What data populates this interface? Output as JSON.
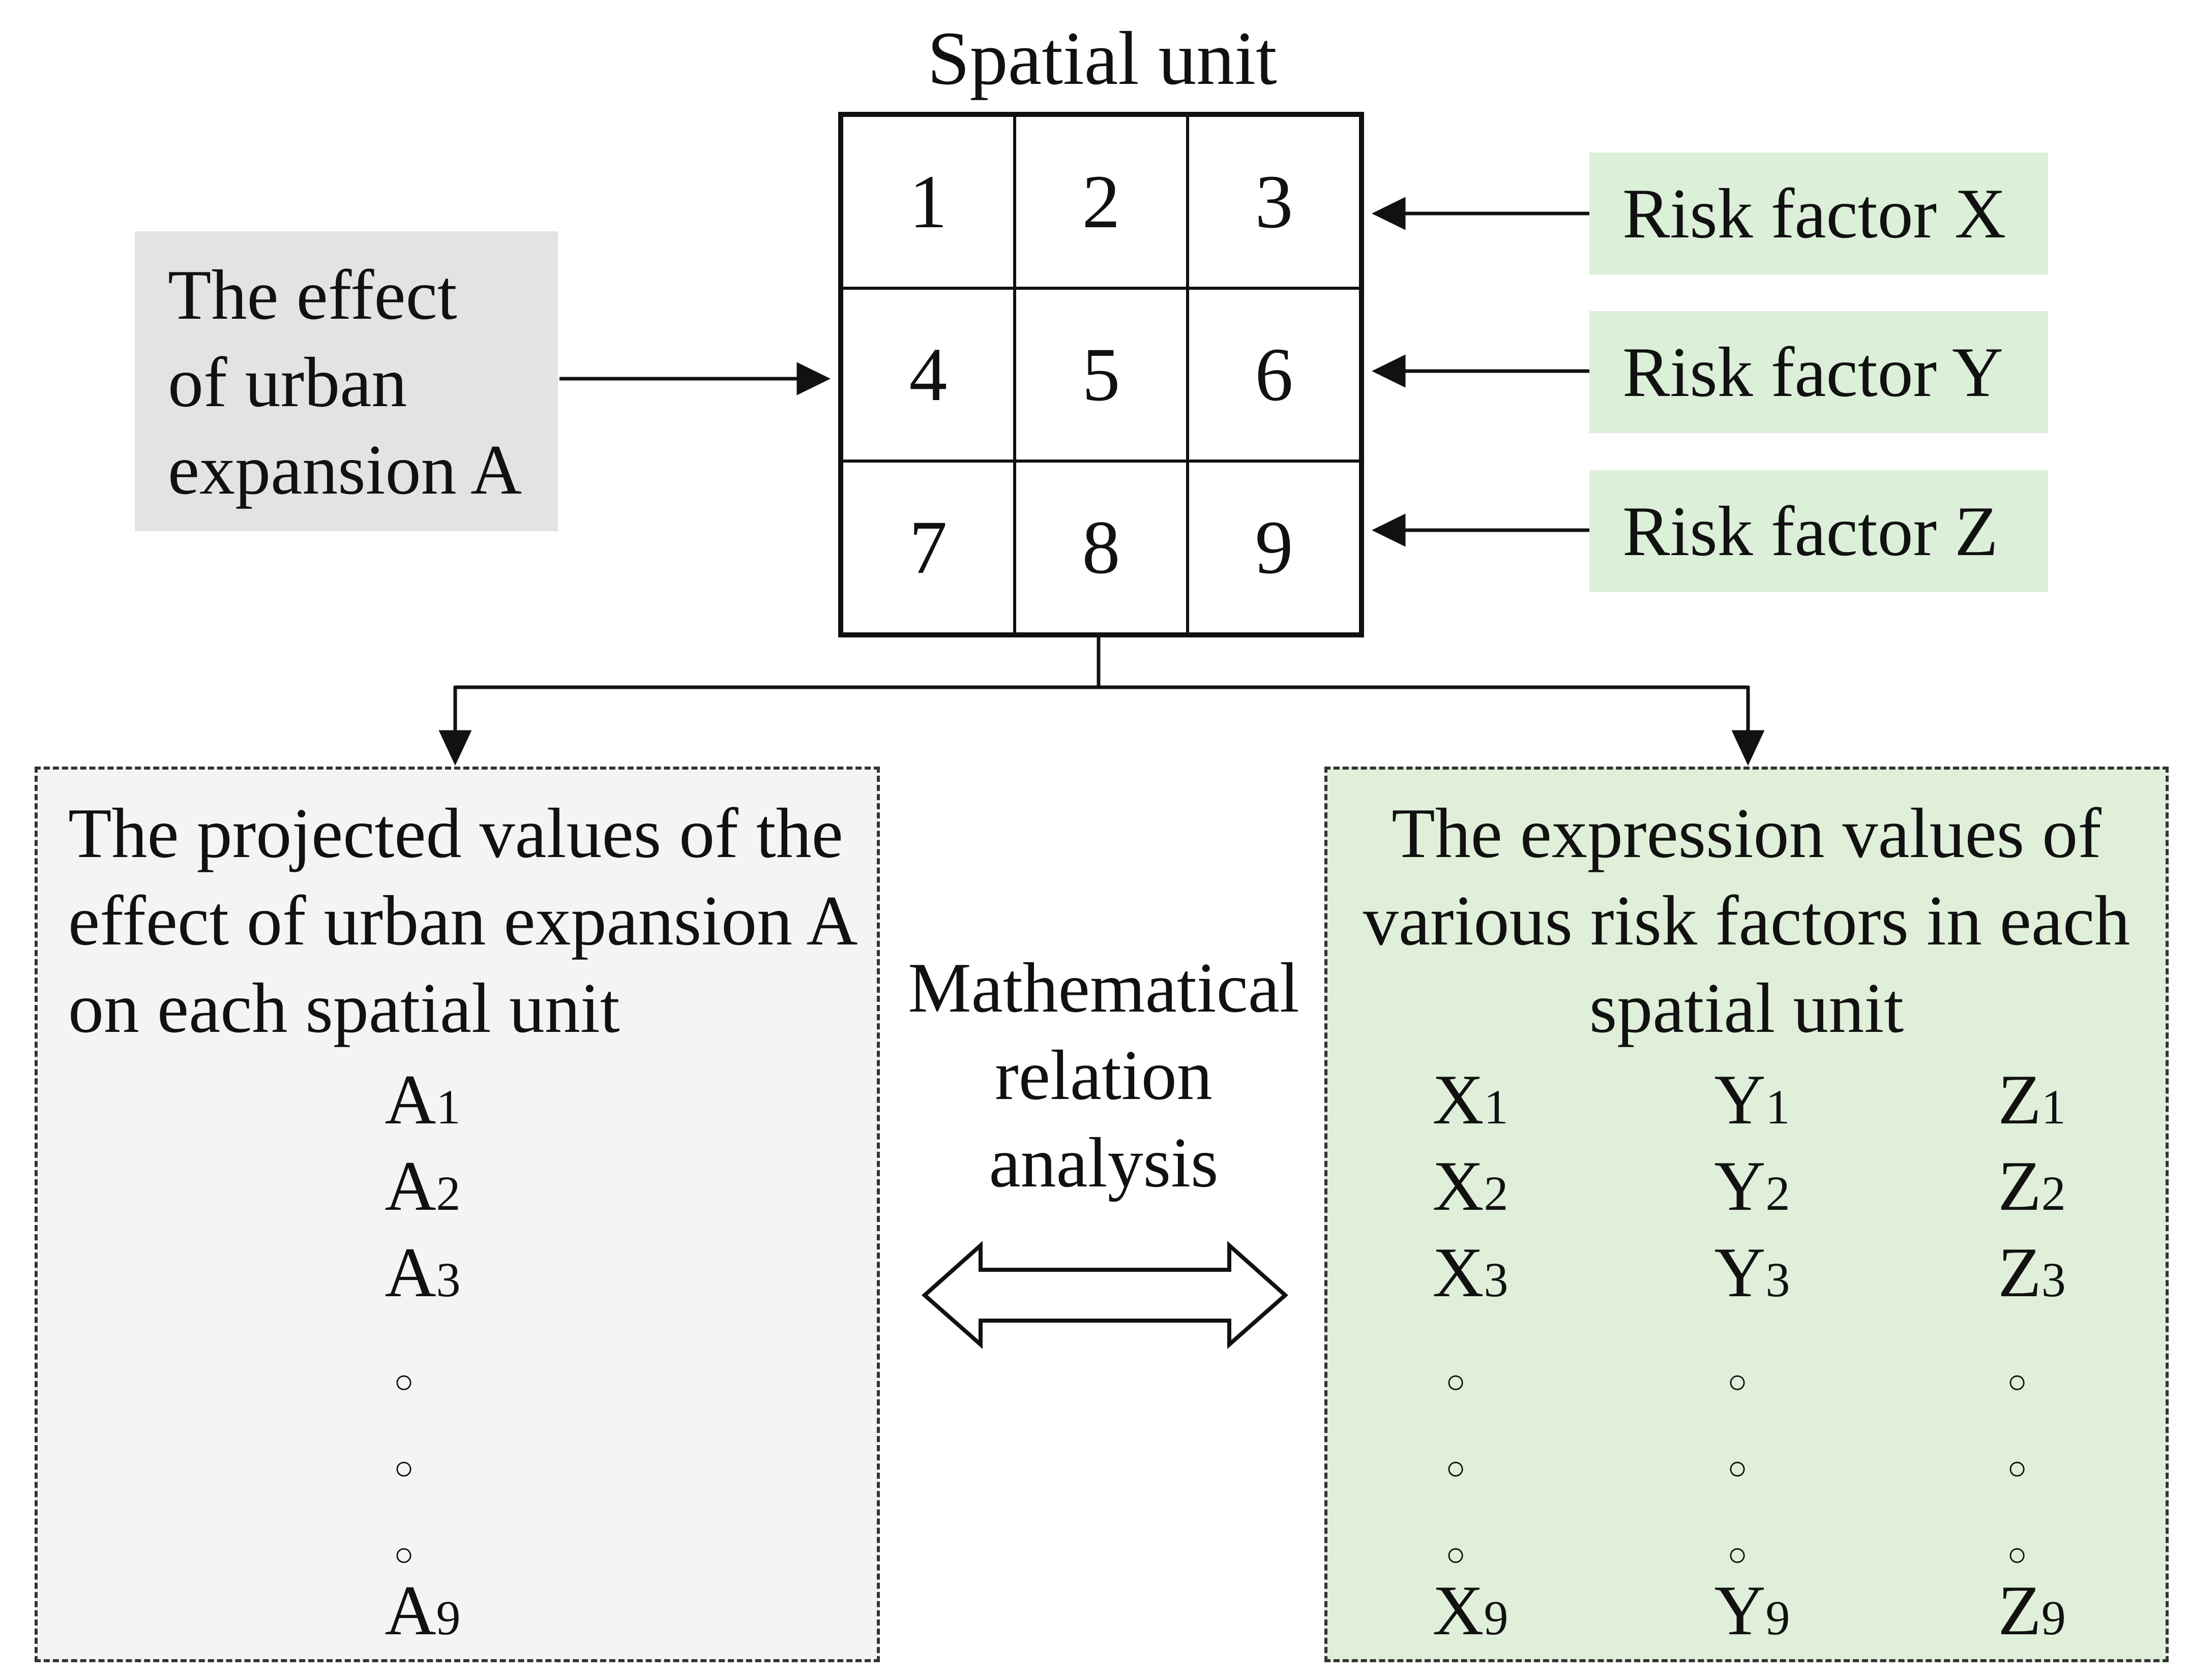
{
  "spatial_unit": {
    "title": "Spatial unit",
    "cells": [
      "1",
      "2",
      "3",
      "4",
      "5",
      "6",
      "7",
      "8",
      "9"
    ]
  },
  "effect": {
    "lines": [
      "The effect",
      "of urban",
      "expansion A"
    ]
  },
  "risk_factors": [
    "Risk factor X",
    "Risk factor Y",
    "Risk factor Z"
  ],
  "left_panel": {
    "heading": [
      "The projected values of the",
      "effect of urban expansion A",
      "on each spatial unit"
    ],
    "values": [
      {
        "base": "A",
        "sub": "1"
      },
      {
        "base": "A",
        "sub": "2"
      },
      {
        "base": "A",
        "sub": "3"
      },
      {
        "base": "A",
        "sub": "9"
      }
    ]
  },
  "right_panel": {
    "heading": [
      "The expression values of",
      "various risk factors in each",
      "spatial unit"
    ],
    "columns": [
      [
        {
          "base": "X",
          "sub": "1"
        },
        {
          "base": "X",
          "sub": "2"
        },
        {
          "base": "X",
          "sub": "3"
        },
        {
          "base": "X",
          "sub": "9"
        }
      ],
      [
        {
          "base": "Y",
          "sub": "1"
        },
        {
          "base": "Y",
          "sub": "2"
        },
        {
          "base": "Y",
          "sub": "3"
        },
        {
          "base": "Y",
          "sub": "9"
        }
      ],
      [
        {
          "base": "Z",
          "sub": "1"
        },
        {
          "base": "Z",
          "sub": "2"
        },
        {
          "base": "Z",
          "sub": "3"
        },
        {
          "base": "Z",
          "sub": "9"
        }
      ]
    ]
  },
  "ellipsis_glyph": "○",
  "relation": {
    "lines": [
      "Mathematical",
      "relation",
      "analysis"
    ]
  },
  "colors": {
    "effect_fill": "#e3e3e3",
    "risk_fill": "#dcefd9",
    "left_panel_fill": "#f4f4f4",
    "right_panel_fill": "#dfefd9"
  }
}
